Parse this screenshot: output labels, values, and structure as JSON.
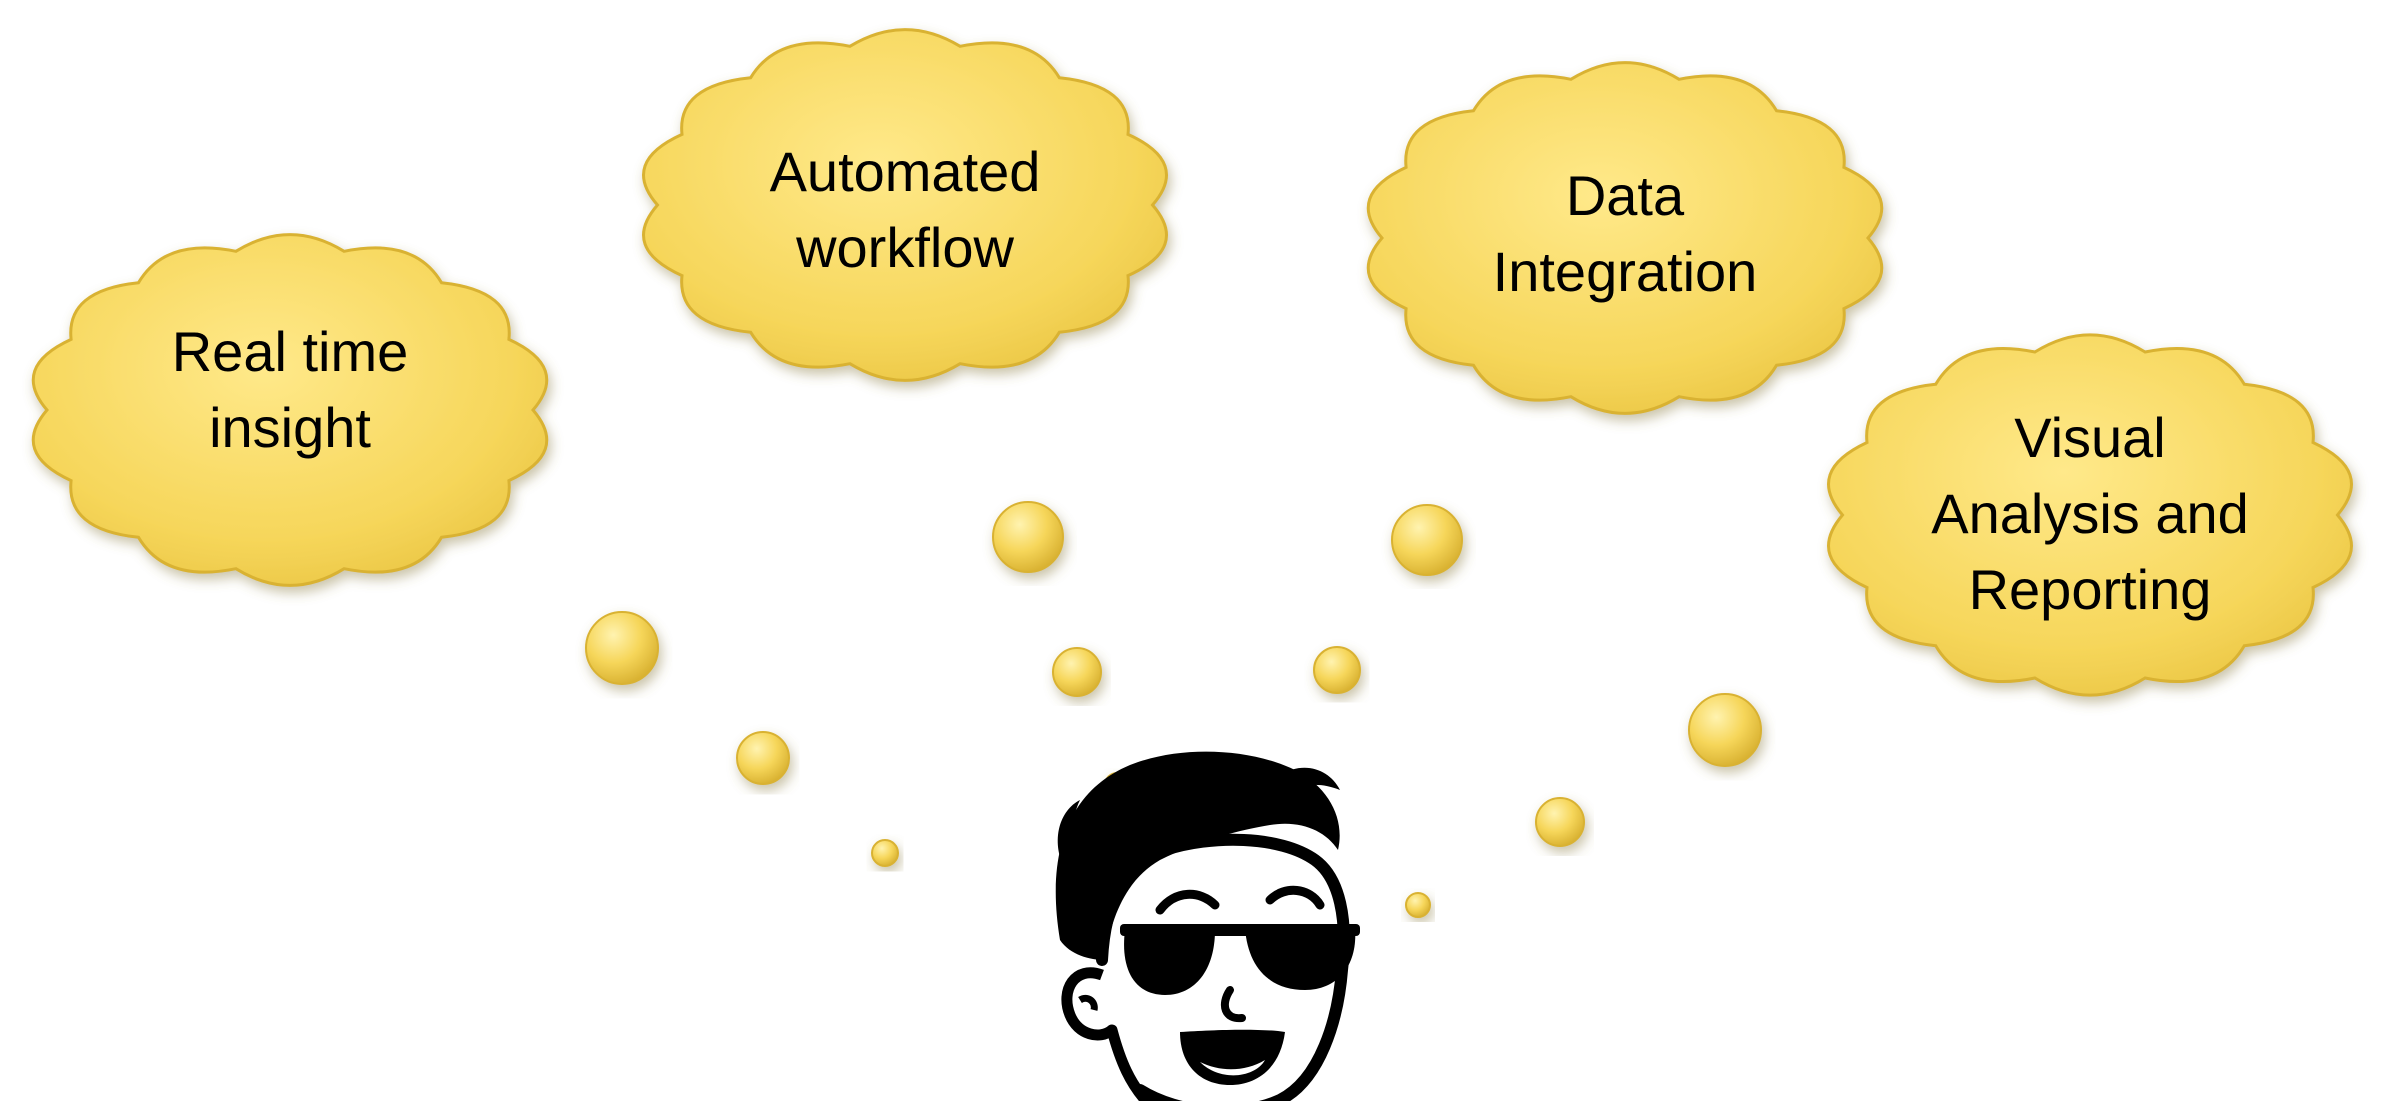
{
  "colors": {
    "cloud_fill": "#F6D65A",
    "cloud_edge": "#D9B232",
    "cloud_highlight": "#FFF3B0",
    "outline": "#000000",
    "background": "#FFFFFF"
  },
  "clouds": [
    {
      "id": "real-time-insight",
      "lines": [
        "Real time",
        "insight"
      ]
    },
    {
      "id": "automated-workflow",
      "lines": [
        "Automated",
        "workflow"
      ]
    },
    {
      "id": "data-integration",
      "lines": [
        "Data",
        "Integration"
      ]
    },
    {
      "id": "visual-analysis-reporting",
      "lines": [
        "Visual",
        "Analysis and",
        "Reporting"
      ]
    }
  ],
  "figure": {
    "icon": "person-with-sunglasses-icon"
  }
}
